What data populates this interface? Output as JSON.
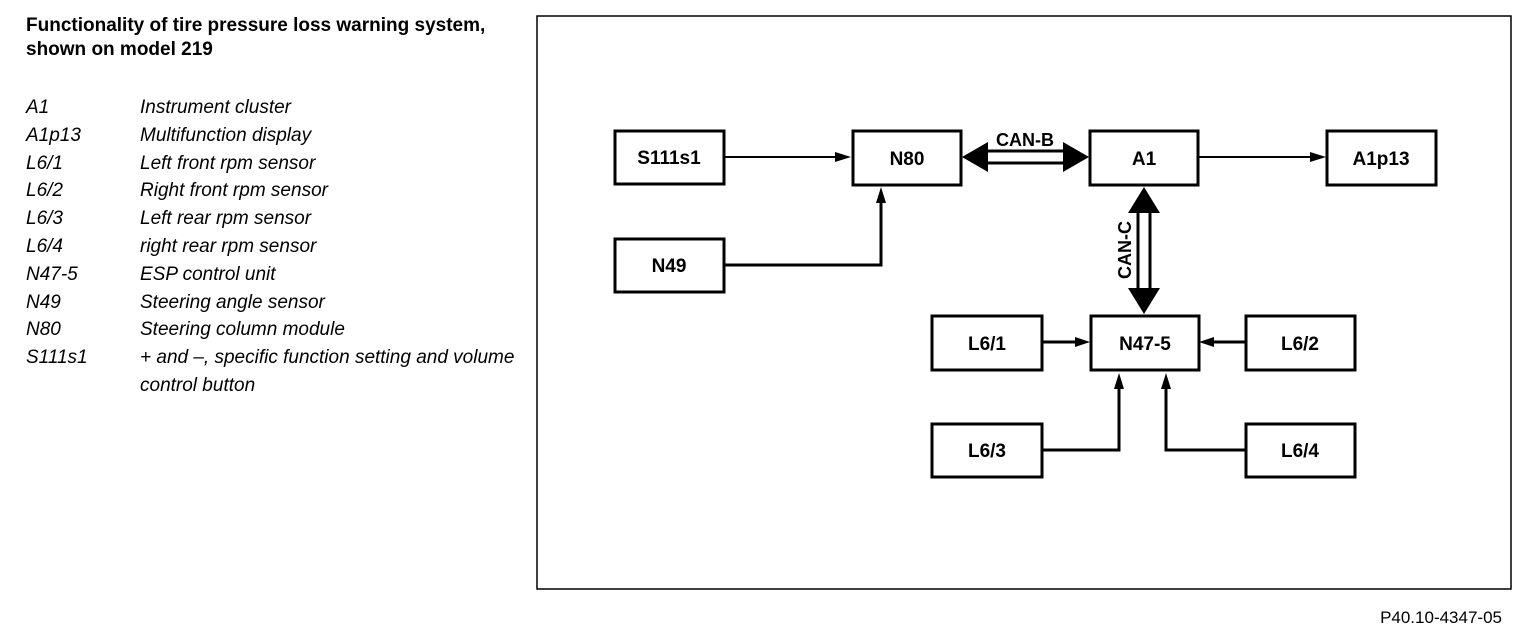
{
  "title": "Functionality of tire pressure loss warning system, shown on model 219",
  "legend": [
    {
      "code": "A1",
      "description": "Instrument cluster"
    },
    {
      "code": "A1p13",
      "description": "Multifunction display"
    },
    {
      "code": "L6/1",
      "description": "Left front rpm sensor"
    },
    {
      "code": "L6/2",
      "description": "Right front rpm sensor"
    },
    {
      "code": "L6/3",
      "description": "Left rear rpm sensor"
    },
    {
      "code": "L6/4",
      "description": "right rear rpm sensor"
    },
    {
      "code": "N47-5",
      "description": "ESP control unit"
    },
    {
      "code": "N49",
      "description": "Steering angle sensor"
    },
    {
      "code": "N80",
      "description": "Steering column module"
    },
    {
      "code": "S111s1",
      "description": "+ and  –, specific function setting and volume control button"
    }
  ],
  "diagram": {
    "boxes": {
      "s111s1": "S111s1",
      "n49": "N49",
      "n80": "N80",
      "a1": "A1",
      "a1p13": "A1p13",
      "n47_5": "N47-5",
      "l6_1": "L6/1",
      "l6_2": "L6/2",
      "l6_3": "L6/3",
      "l6_4": "L6/4"
    },
    "buses": {
      "can_b": "CAN-B",
      "can_c": "CAN-C"
    }
  },
  "reference": "P40.10-4347-05"
}
